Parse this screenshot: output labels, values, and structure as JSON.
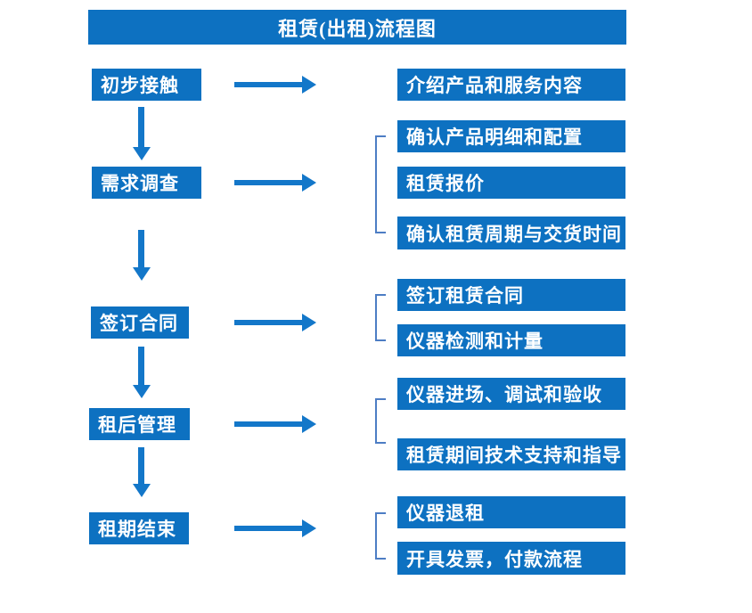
{
  "title": "租赁(出租)流程图",
  "colors": {
    "box": "#0d71c1",
    "arrow": "#1377c9",
    "bracket": "#4d7dc4",
    "text": "#ffffff"
  },
  "steps": [
    {
      "label": "初步接触",
      "outputs": [
        "介绍产品和服务内容"
      ]
    },
    {
      "label": "需求调查",
      "outputs": [
        "确认产品明细和配置",
        "租赁报价",
        "确认租赁周期与交货时间"
      ]
    },
    {
      "label": "签订合同",
      "outputs": [
        "签订租赁合同",
        "仪器检测和计量"
      ]
    },
    {
      "label": "租后管理",
      "outputs": [
        "仪器进场、调试和验收",
        "租赁期间技术支持和指导"
      ]
    },
    {
      "label": "租期结束",
      "outputs": [
        "仪器退租",
        "开具发票，付款流程"
      ]
    }
  ]
}
